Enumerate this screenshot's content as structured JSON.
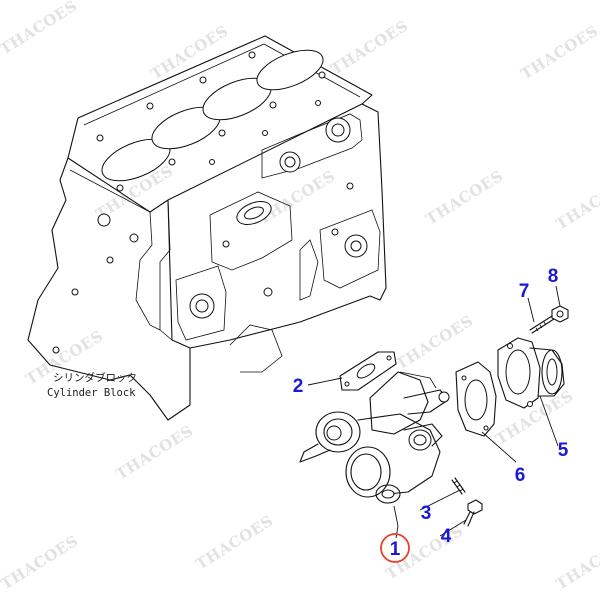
{
  "diagram": {
    "caption": {
      "jp": "シリンダブロック",
      "en": "Cylinder Block"
    },
    "watermark": "THACOES",
    "callouts": [
      {
        "id": "1",
        "label": "1"
      },
      {
        "id": "2",
        "label": "2"
      },
      {
        "id": "3",
        "label": "3"
      },
      {
        "id": "4",
        "label": "4"
      },
      {
        "id": "5",
        "label": "5"
      },
      {
        "id": "6",
        "label": "6"
      },
      {
        "id": "7",
        "label": "7"
      },
      {
        "id": "8",
        "label": "8"
      }
    ],
    "colors": {
      "callout_text": "#1a1ad2",
      "highlight_circle": "#e8402a",
      "line_art": "#111111",
      "watermark": "#e2e2e2"
    }
  }
}
